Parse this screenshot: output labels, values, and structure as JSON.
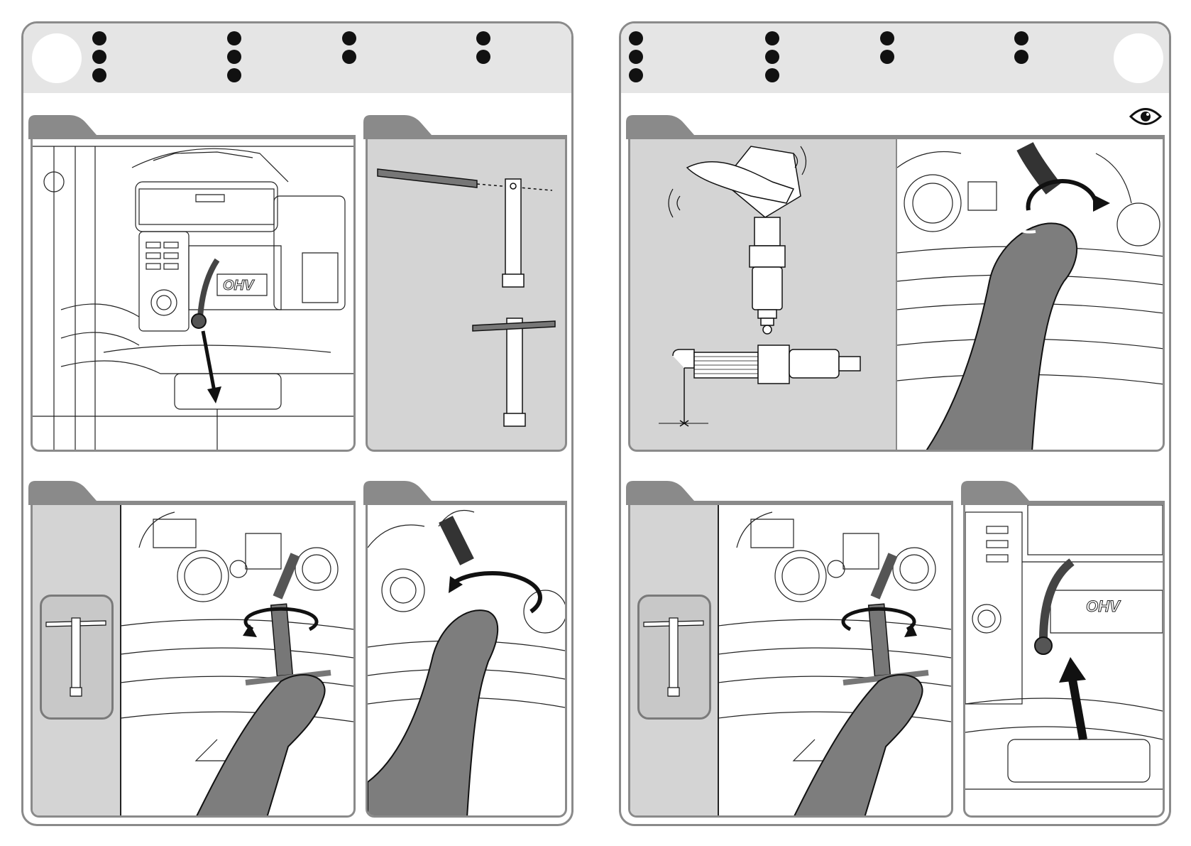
{
  "manual": {
    "left_page": {
      "header_bullet_columns": [
        3,
        3,
        2,
        2
      ],
      "panels": [
        {
          "id": "A",
          "illustration": "engine-with-spark-plug-lead-arrow",
          "ohv_label": "OHV"
        },
        {
          "id": "B",
          "illustration": "spark-plug-wrench-assembly"
        },
        {
          "id": "C",
          "illustration": "loosen-spark-plug-with-wrench"
        },
        {
          "id": "D",
          "illustration": "remove-spark-plug-by-hand"
        }
      ]
    },
    "right_page": {
      "header_bullet_columns": [
        3,
        3,
        2,
        2
      ],
      "icons": [
        "eye-icon"
      ],
      "panels": [
        {
          "id": "E",
          "illustration": "clean-and-gap-spark-plug"
        },
        {
          "id": "F",
          "illustration": "fit-spark-plug-by-hand"
        },
        {
          "id": "G",
          "illustration": "tighten-spark-plug-with-wrench"
        },
        {
          "id": "H",
          "illustration": "reconnect-spark-plug-lead-arrow",
          "ohv_label": "OHV"
        }
      ]
    }
  },
  "colors": {
    "frame": "#8a8a8a",
    "header": "#e5e5e5",
    "tab": "#8a8a8a",
    "panel_fill": "#d4d4d4",
    "hand": "#7d7d7d",
    "ink": "#111111"
  }
}
